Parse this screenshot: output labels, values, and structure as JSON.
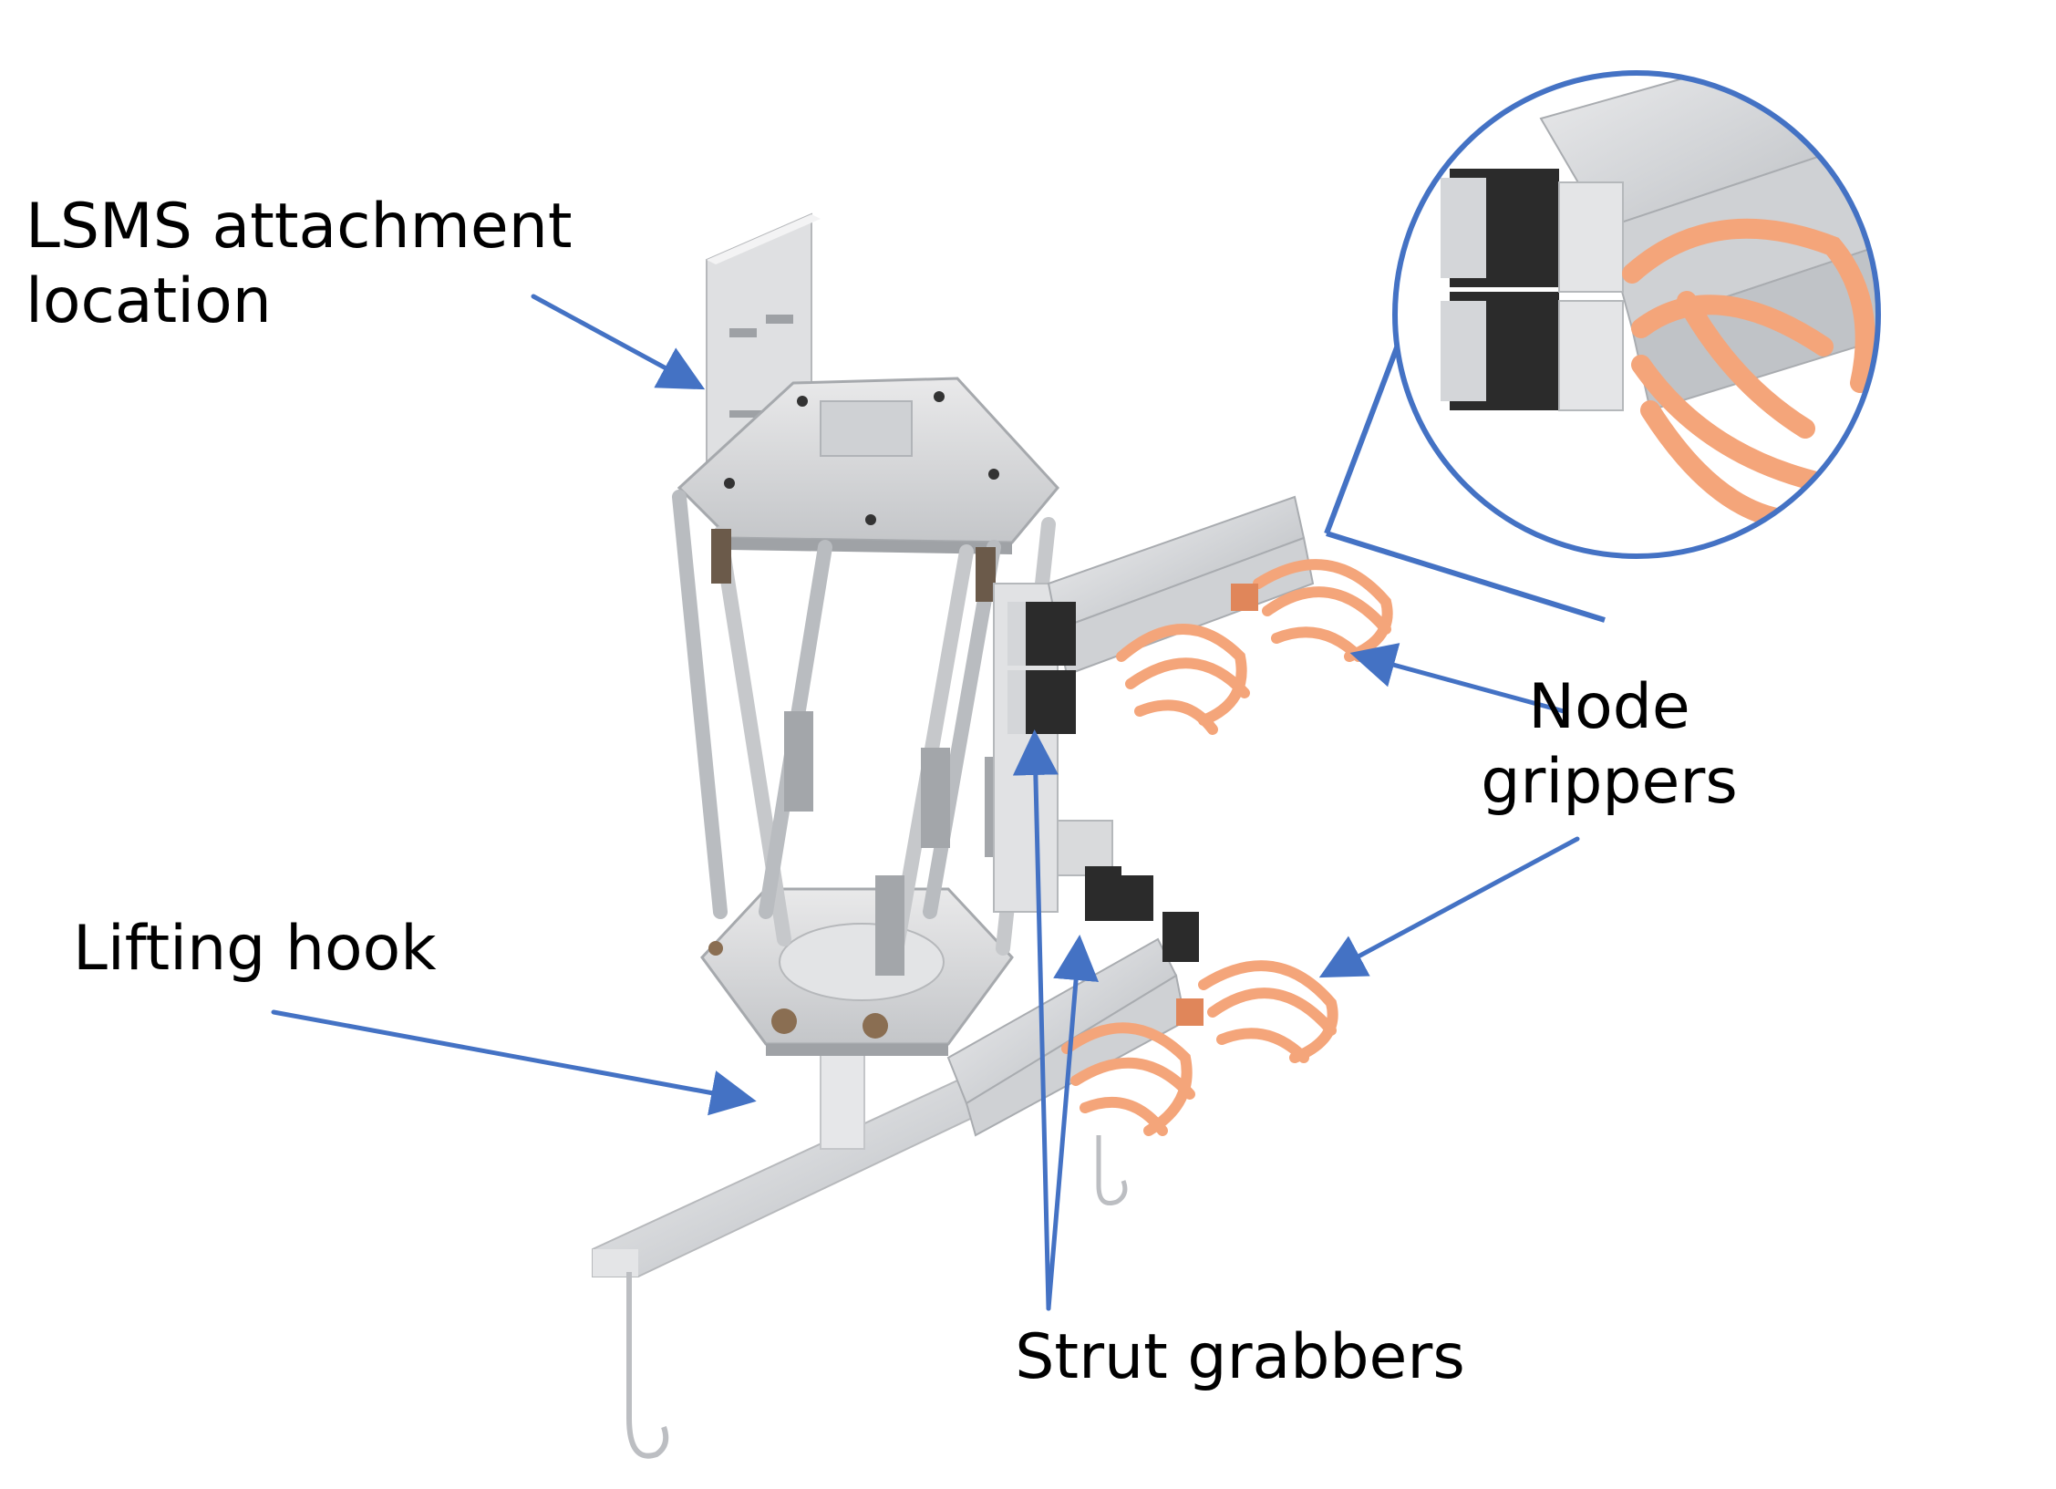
{
  "labels": {
    "lsms_line1": "LSMS attachment",
    "lsms_line2": "location",
    "lifting_hook": "Lifting hook",
    "node_line1": "Node",
    "node_line2": "grippers",
    "strut_grabbers": "Strut grabbers"
  },
  "colors": {
    "arrow": "#4472c4",
    "gripper": "#f4a57a",
    "gripper_dark": "#e0865a",
    "aluminum": "#d9dadc",
    "aluminum_dark": "#a9acb0",
    "motor": "#2b2b2b",
    "text": "#000000"
  }
}
